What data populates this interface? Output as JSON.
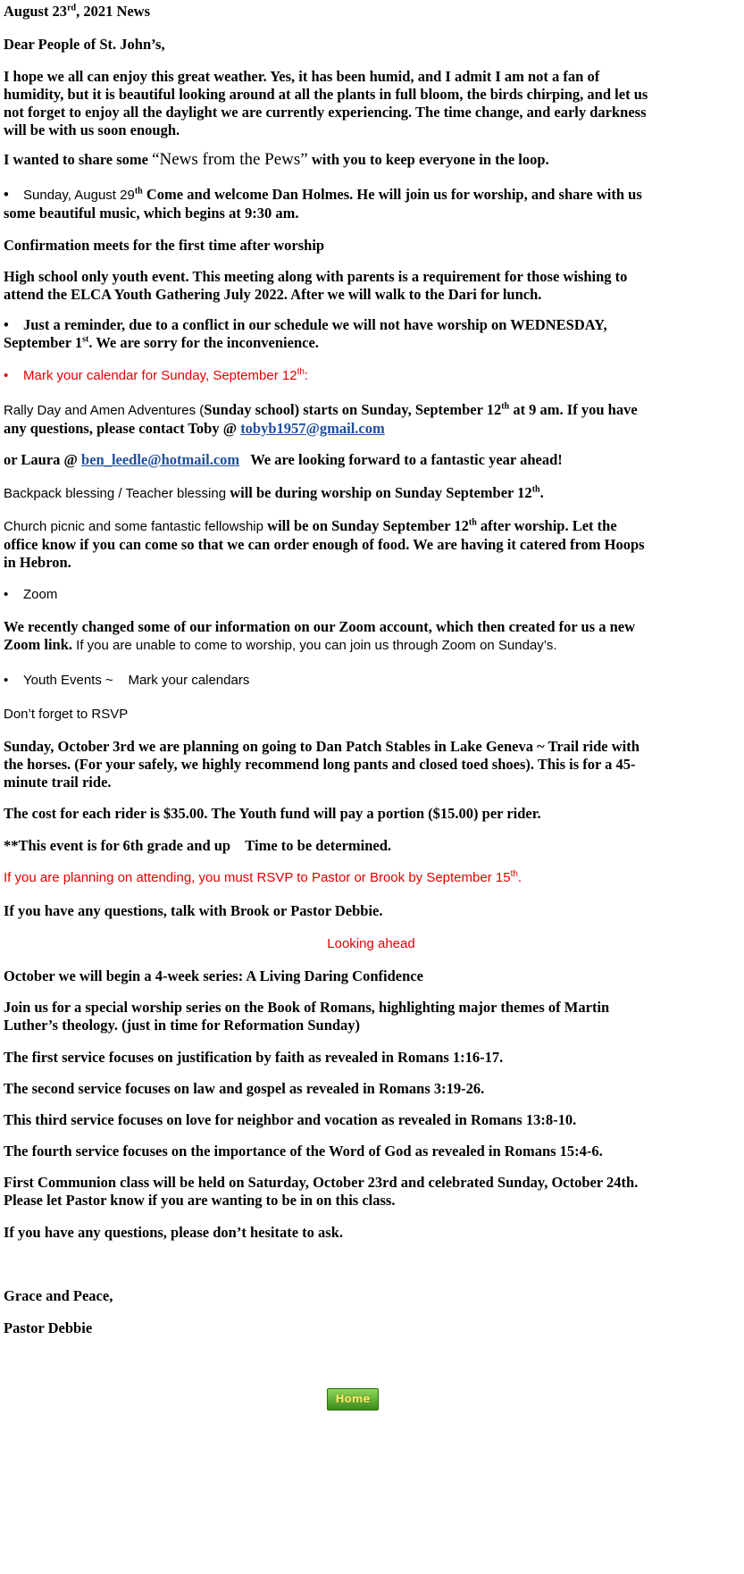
{
  "date_title": "August 23",
  "date_title_sup": "rd",
  "date_title_rest": ", 2021 News",
  "greeting": "Dear People of St. John’s,",
  "intro": [
    "I hope we all can enjoy this great weather.  Yes, it has been humid, and I admit I am not a fan of",
    "humidity, but it is beautiful looking around at all the plants in full bloom, the birds chirping, and let us",
    "not forget to enjoy all the daylight we are currently experiencing.  The time change, and early darkness",
    "will be with us soon enough."
  ],
  "share_a": "I wanted to share some ",
  "share_quote": "“News from the Pews”",
  "share_b": " with you to keep everyone in the loop.",
  "b1_a": "Sunday, August 29",
  "b1_sup": "th",
  "b1_b": " Come and welcome Dan Holmes. He will join us for worship, and share with us",
  "b1_line2": "some beautiful music, which begins at 9:30 am.",
  "confirmation": "Confirmation meets for the first time after worship",
  "highschool": [
    "High school only youth event. This meeting along with parents is a requirement for those wishing to",
    "attend the ELCA Youth Gathering July 2022.  After we will walk to the Dari for lunch."
  ],
  "b2_line1": "Just a reminder, due to a conflict in our schedule we will not have worship on WEDNESDAY,",
  "b2_a": "September 1",
  "b2_sup": "st",
  "b2_b": ". We are sorry for the inconvenience.",
  "b3_a": "Mark your calendar for Sunday, September 12",
  "b3_sup": "th",
  "b3_b": ":",
  "rally_a": "Rally Day and Amen Adventures (",
  "rally_b": "Sunday school) starts on Sunday, September 12",
  "rally_sup": "th",
  "rally_c": " at 9 am.  If you have",
  "rally_line2": "any questions, please contact Toby @ ",
  "rally_email": "tobyb1957@gmail.com",
  "laura_a": "or Laura @ ",
  "laura_email": "ben_leedle@hotmail.com",
  "laura_b": "   We are looking forward to a fantastic year ahead!",
  "backpack_a": "Backpack blessing / Teacher blessing ",
  "backpack_b": "will be during worship on Sunday September 12",
  "backpack_sup": "th",
  "backpack_c": ".",
  "picnic_a": "Church picnic and some fantastic fellowship ",
  "picnic_b": "will be on Sunday September 12",
  "picnic_sup": "th",
  "picnic_c": " after worship.  Let the",
  "picnic_lines": [
    "office know if you can come so that we can order enough of food.  We are having it catered from Hoops",
    "in Hebron."
  ],
  "b4": "Zoom",
  "zoom_line1": "We recently changed some of our information on our Zoom account, which then created for us a new",
  "zoom_a": "Zoom link.  ",
  "zoom_b": "If you are unable to come to worship, you can join us through Zoom on Sunday’s.",
  "b5": "Youth Events ~    Mark your calendars",
  "rsvp_reminder": "Don’t forget to RSVP",
  "oct3": [
    "Sunday, October 3rd we are planning on going to Dan Patch Stables in Lake Geneva ~ Trail ride with",
    "the horses.  (For your safely, we highly recommend long pants and closed toed shoes).  This is for a 45-",
    "minute trail ride."
  ],
  "cost": "The cost for each rider is $35.00. The Youth fund will pay a portion ($15.00) per rider.",
  "grade": "**This event is for 6th grade and up    Time to be determined.",
  "rsvp_a": "If you are planning on attending, you must RSVP to Pastor or Brook by September 15",
  "rsvp_sup": "th",
  "rsvp_b": ".",
  "questions1": "If you have any questions, talk with Brook or Pastor Debbie.",
  "looking_ahead": "Looking ahead",
  "october": "October we will begin a 4-week series: A Living Daring Confidence",
  "romans": [
    "Join us for a special worship series on the Book of Romans, highlighting major themes of Martin",
    "Luther’s theology. (just in time for Reformation Sunday)"
  ],
  "first_service": "The first service focuses on justification by faith as revealed in Romans 1:16-17.",
  "second_service": "The second service focuses on law and gospel as revealed in Romans 3:19-26.",
  "third_service": "This third service focuses on love for neighbor and vocation as revealed in Romans 13:8-10.",
  "fourth_service": "The fourth service focuses on the importance of the Word of God as revealed in Romans 15:4-6.",
  "communion": [
    "First Communion class will be held on Saturday, October 23rd and celebrated Sunday, October 24th.",
    "Please let Pastor know if you are wanting to be in on this class."
  ],
  "questions2": "If you have any questions, please don’t hesitate to ask.",
  "closing": "Grace and Peace,",
  "signature": "Pastor Debbie",
  "home_button": "Home",
  "colors": {
    "red_text": "#e60000",
    "link": "#1f4e9c",
    "button_green": "#3c8a1a"
  }
}
